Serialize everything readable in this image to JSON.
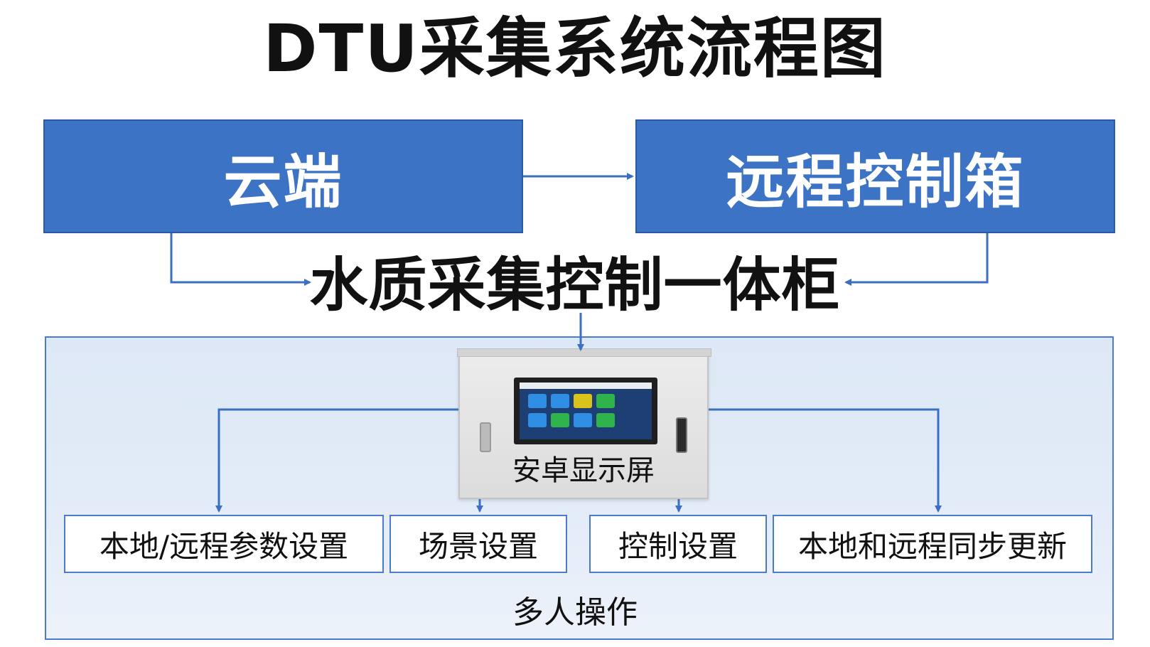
{
  "title": "DTU采集系统流程图",
  "top_boxes": {
    "cloud": "云端",
    "remote_box": "远程控制箱"
  },
  "cabinet": "水质采集控制一体柜",
  "device": {
    "label": "安卓显示屏",
    "app_tile_colors": [
      "#2f8de4",
      "#2f8de4",
      "#d9c21a",
      "#2fb34a",
      "#2f8de4",
      "#2fb34a",
      "#2f8de4",
      "#2fb34a"
    ]
  },
  "functions": [
    "本地/远程参数设置",
    "场景设置",
    "控制设置",
    "本地和远程同步更新"
  ],
  "footer": "多人操作",
  "colors": {
    "box_fill": "#3d73c4",
    "line": "#3c6fc0",
    "panel_bg": "#dde8f6"
  }
}
